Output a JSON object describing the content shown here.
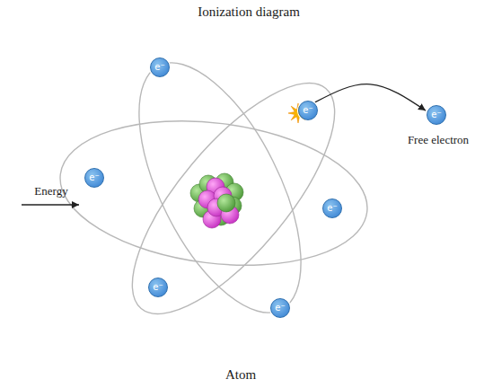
{
  "diagram": {
    "title": "Ionization diagram",
    "nodes": [
      {
        "text": [
          "e⁻"
        ]
      },
      {
        "text": [
          "e⁻"
        ]
      },
      {
        "text": [
          "e⁻"
        ]
      },
      {
        "text": [
          "e⁻"
        ]
      },
      {
        "text": [
          "e⁻"
        ]
      },
      {
        "text": [
          "e⁻"
        ]
      },
      {
        "text": [
          "e⁻"
        ]
      }
    ],
    "edges": [
      {
        "from": 1,
        "to": 2,
        "arrow": "to"
      }
    ],
    "labels": [
      "Energy",
      "Free electron",
      "Atom"
    ]
  }
}
